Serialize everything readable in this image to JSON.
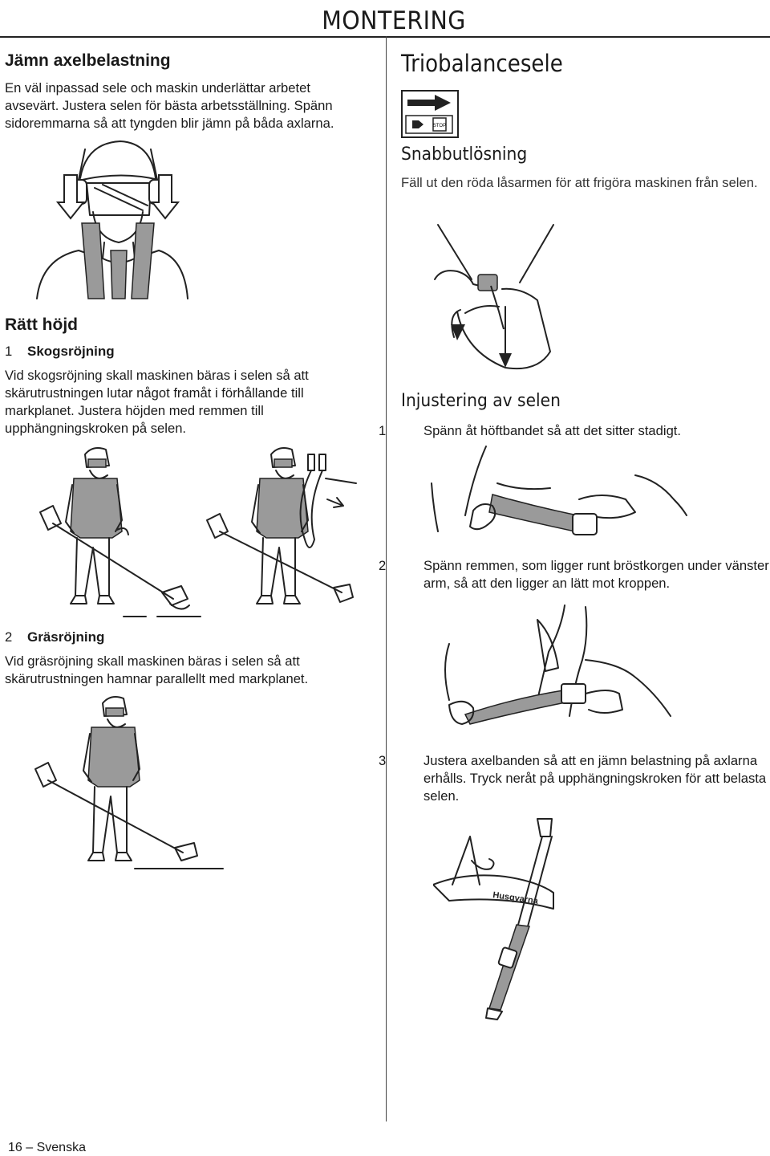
{
  "header": {
    "title": "MONTERING"
  },
  "left": {
    "sec1": {
      "heading": "Jämn axelbelastning",
      "text": "En väl inpassad sele och maskin underlättar arbetet avsevärt. Justera selen för bästa arbetsställning. Spänn sidoremmarna så att tyngden blir jämn på båda axlarna."
    },
    "sec2": {
      "heading": "Rätt höjd",
      "item1": {
        "num": "1",
        "title": "Skogsröjning",
        "text": "Vid skogsröjning skall maskinen bäras i selen så att skärutrustningen lutar något framåt i förhållande till markplanet. Justera höjden med remmen till upphängningskroken på selen."
      },
      "item2": {
        "num": "2",
        "title": "Gräsröjning",
        "text": "Vid gräsröjning skall maskinen bäras i selen så att skärutrustningen hamnar parallellt med markplanet."
      }
    }
  },
  "right": {
    "sec1": {
      "heading": "Triobalancesele"
    },
    "sec2": {
      "heading": "Snabbutlösning",
      "text": "Fäll ut den röda låsarmen för att frigöra maskinen från selen."
    },
    "sec3": {
      "heading": "Injustering av selen",
      "steps": [
        {
          "num": "1",
          "text": "Spänn åt höftbandet så att det sitter stadigt."
        },
        {
          "num": "2",
          "text": "Spänn remmen, som ligger runt bröstkorgen under vänster arm, så att den ligger an lätt mot kroppen."
        },
        {
          "num": "3",
          "text": "Justera axelbanden så att en jämn belastning på axlarna erhålls. Tryck neråt på upphängningskroken för att belasta selen."
        }
      ]
    },
    "brand_logo": "Husqvarna"
  },
  "icons": {
    "arrow": "arrow-right-icon",
    "stop": "STOP"
  },
  "footer": {
    "page": "16",
    "dash": "–",
    "language": "Svenska"
  }
}
